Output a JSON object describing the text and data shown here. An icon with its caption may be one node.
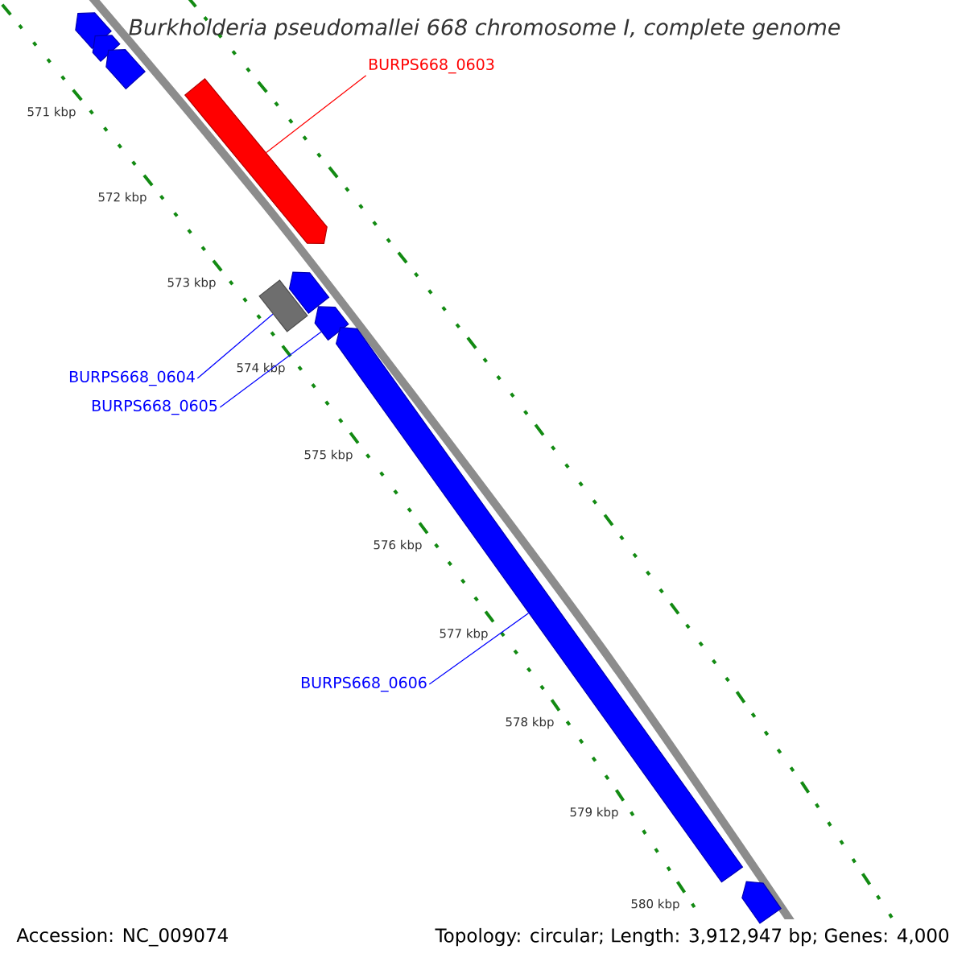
{
  "diagram": {
    "title": "Burkholderia pseudomallei 668 chromosome I, complete genome",
    "nodes": [
      {
        "text": [
          "BURPS668_0603"
        ]
      },
      {
        "text": [],
        "shape": "bar"
      },
      {
        "text": [
          "BURPS668_0604"
        ]
      },
      {
        "text": [],
        "shape": "bar"
      },
      {
        "text": [
          "BURPS668_0605"
        ]
      },
      {
        "text": [],
        "shape": "bar"
      },
      {
        "text": [
          "BURPS668_0606"
        ]
      },
      {
        "text": [],
        "shape": "bar"
      }
    ],
    "edges": [
      {
        "from": 0,
        "to": 1,
        "arrow": "none",
        "color": "#ff0000"
      },
      {
        "from": 2,
        "to": 3,
        "arrow": "none"
      },
      {
        "from": 4,
        "to": 5,
        "arrow": "none"
      },
      {
        "from": 6,
        "to": 7,
        "arrow": "none"
      }
    ],
    "labels": [
      "571 kbp",
      "572 kbp",
      "573 kbp",
      "574 kbp",
      "575 kbp",
      "576 kbp",
      "577 kbp",
      "578 kbp",
      "579 kbp",
      "580 kbp",
      "Accession: NC_009074",
      "Topology: circular; Length: 3,912,947 bp; Genes: 4,000"
    ]
  }
}
